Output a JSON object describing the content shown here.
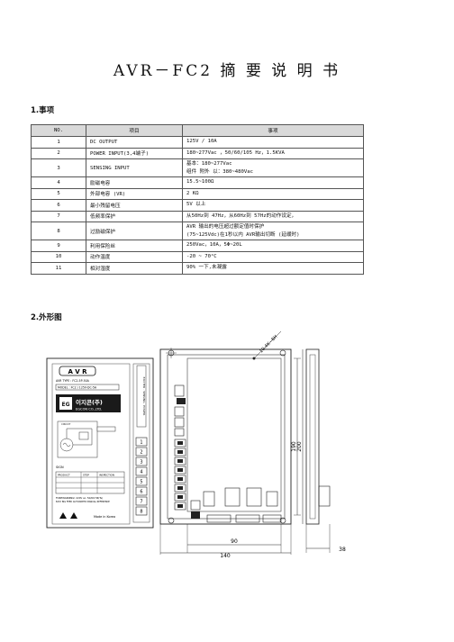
{
  "document": {
    "title": "AVR－FC2 摘 要 说 明 书",
    "section1": "1.事项",
    "section2": "2.外形图"
  },
  "table": {
    "headers": [
      "NO.",
      "项目",
      "事项"
    ],
    "rows": [
      {
        "no": "1",
        "item": "DC OUTPUT",
        "value": [
          "125V / 10A"
        ]
      },
      {
        "no": "2",
        "item": "POWER INPUT(3,4端子)",
        "value": [
          "180~277Vac ，50/60/105 Hz，1.5KVA"
        ]
      },
      {
        "no": "3",
        "item": "SENSING INPUT",
        "value": [
          "基本：180~277Vac",
          "组件 附外 以：380~480Vac"
        ]
      },
      {
        "no": "4",
        "item": "励磁电容",
        "value": [
          "15.5~100Ω"
        ]
      },
      {
        "no": "5",
        "item": "外部电容 (VR)",
        "value": [
          "2 KΩ"
        ]
      },
      {
        "no": "6",
        "item": "最小残留电压",
        "value": [
          "5V 以上"
        ]
      },
      {
        "no": "7",
        "item": "低频率保护",
        "value": [
          "从50Hz到 47Hz，从60Hz到 57Hz的动作设定，"
        ]
      },
      {
        "no": "8",
        "item": "过励磁保护",
        "value": [
          "AVR 输出的电压超过额定值时保护",
          "(75~125Vdc)在1秒以内 AVR输出切断 (延缓时)"
        ]
      },
      {
        "no": "9",
        "item": "利用保险丝",
        "value": [
          "250Vac，10A，5Φ~20L"
        ]
      },
      {
        "no": "10",
        "item": "动作温度",
        "value": [
          "-20 ~ 70°C"
        ]
      },
      {
        "no": "11",
        "item": "相对湿度",
        "value": [
          "90% 一下,未凝露"
        ]
      }
    ]
  },
  "front_panel": {
    "logo": "A V R",
    "model_line": "AVR TYPE : FC2-5P-50A",
    "model_box": "MODEL : FC2 / 125V-DC-5A",
    "brand": "이지콘(주)",
    "brand_en": "EGCON CO.,LTD.",
    "terminals": [
      "1",
      "2",
      "3",
      "4",
      "5",
      "6",
      "7",
      "8"
    ],
    "sign_label": "SIGN",
    "grid_headers": [
      "PRODUCT",
      "STEP",
      "INSPECTION"
    ],
    "footer1": "FOREWARNING! 220V ac, 50/60 HZ(Ts)",
    "footer2": "EASY BIG FEED AUTOMATED MANUAL REFERENCE",
    "made": "Made in Korea"
  },
  "dimensions": {
    "angle": "10.4K~8H",
    "height_inner": "190",
    "height_outer": "200",
    "width_inner": "90",
    "width_outer": "140",
    "depth": "38"
  }
}
